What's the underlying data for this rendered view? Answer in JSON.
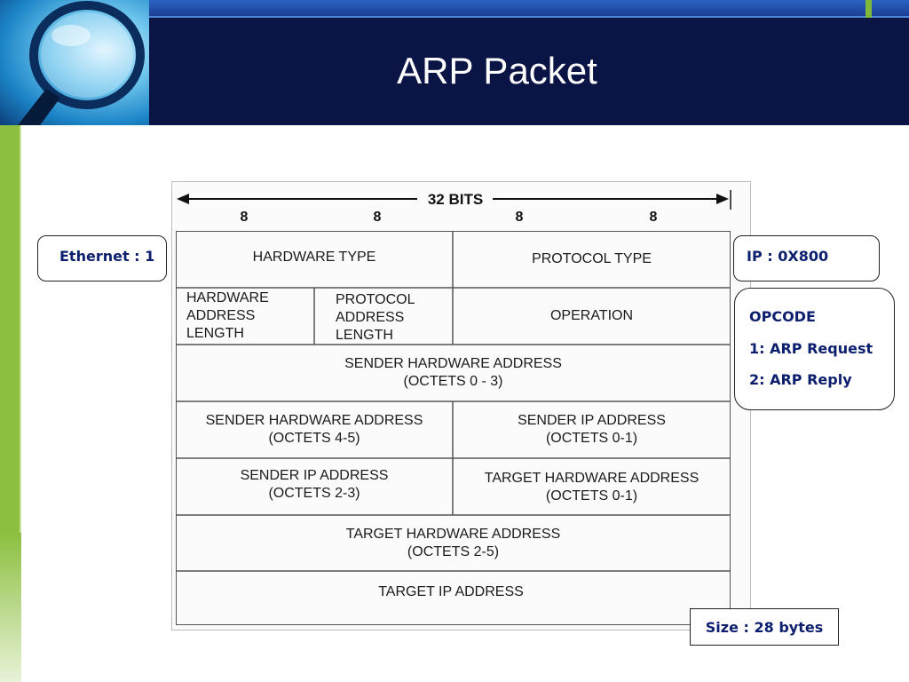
{
  "slide": {
    "title": "ARP Packet"
  },
  "diagram": {
    "width_label": "32 BITS",
    "field_widths": [
      "8",
      "8",
      "8",
      "8"
    ],
    "fields": {
      "hardware_type": "HARDWARE TYPE",
      "protocol_type": "PROTOCOL TYPE",
      "hw_addr_len": "HARDWARE\nADDRESS\nLENGTH",
      "proto_addr_len": "PROTOCOL\nADDRESS\nLENGTH",
      "operation": "OPERATION",
      "sha_0_3": "SENDER HARDWARE ADDRESS\n(OCTETS 0 - 3)",
      "sha_4_5": "SENDER HARDWARE ADDRESS\n(OCTETS 4-5)",
      "spa_0_1": "SENDER IP ADDRESS\n(OCTETS 0-1)",
      "spa_2_3": "SENDER IP ADDRESS\n(OCTETS 2-3)",
      "tha_0_1": "TARGET HARDWARE ADDRESS\n(OCTETS 0-1)",
      "tha_2_5": "TARGET HARDWARE ADDRESS\n(OCTETS 2-5)",
      "tpa": "TARGET IP ADDRESS"
    }
  },
  "callouts": {
    "ethernet": "Ethernet : 1",
    "ip": "IP : 0X800",
    "opcode_title": "OPCODE",
    "opcode_request": "1: ARP Request",
    "opcode_reply": "2: ARP Reply",
    "size": "Size : 28 bytes"
  },
  "colors": {
    "header_bg": "#0a1545",
    "accent_green": "#8cbf3f",
    "callout_text": "#0c1e6e"
  }
}
